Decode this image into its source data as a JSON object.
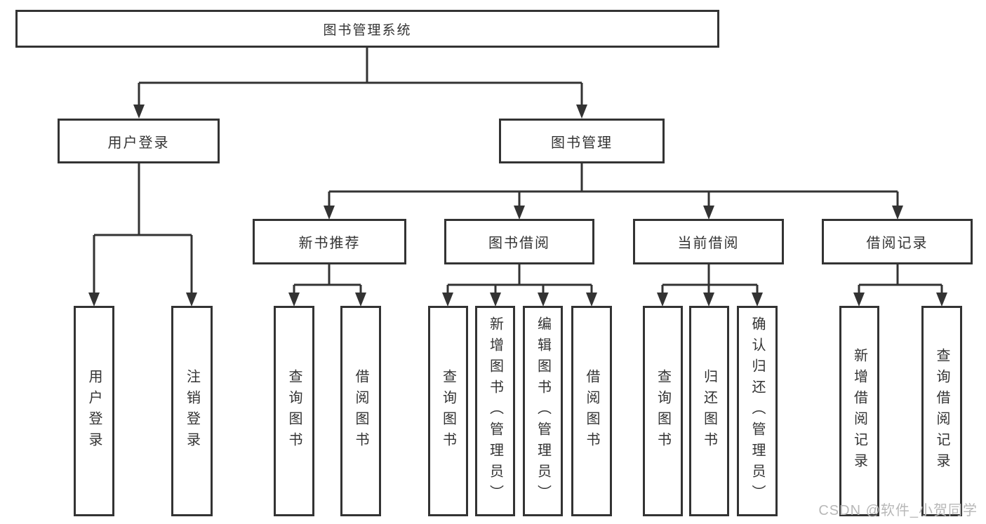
{
  "diagram": {
    "root": {
      "label": "图书管理系统"
    },
    "user_login": {
      "label": "用户登录",
      "children": [
        {
          "label": "用户登录"
        },
        {
          "label": "注销登录"
        }
      ]
    },
    "book_management": {
      "label": "图书管理",
      "sections": [
        {
          "label": "新书推荐",
          "children": [
            {
              "label": "查询图书"
            },
            {
              "label": "借阅图书"
            }
          ]
        },
        {
          "label": "图书借阅",
          "children": [
            {
              "label": "查询图书"
            },
            {
              "label": "新增图书（管理员）"
            },
            {
              "label": "编辑图书（管理员）"
            },
            {
              "label": "借阅图书"
            }
          ]
        },
        {
          "label": "当前借阅",
          "children": [
            {
              "label": "查询图书"
            },
            {
              "label": "归还图书"
            },
            {
              "label": "确认归还（管理员）"
            }
          ]
        },
        {
          "label": "借阅记录",
          "children": [
            {
              "label": "新增借阅记录"
            },
            {
              "label": "查询借阅记录"
            }
          ]
        }
      ]
    }
  },
  "watermark": {
    "text": "CSDN @软件_小贺同学"
  },
  "colors": {
    "line": "#333333",
    "text": "#333333",
    "background": "#ffffff",
    "watermark": "#b8b8b8"
  }
}
